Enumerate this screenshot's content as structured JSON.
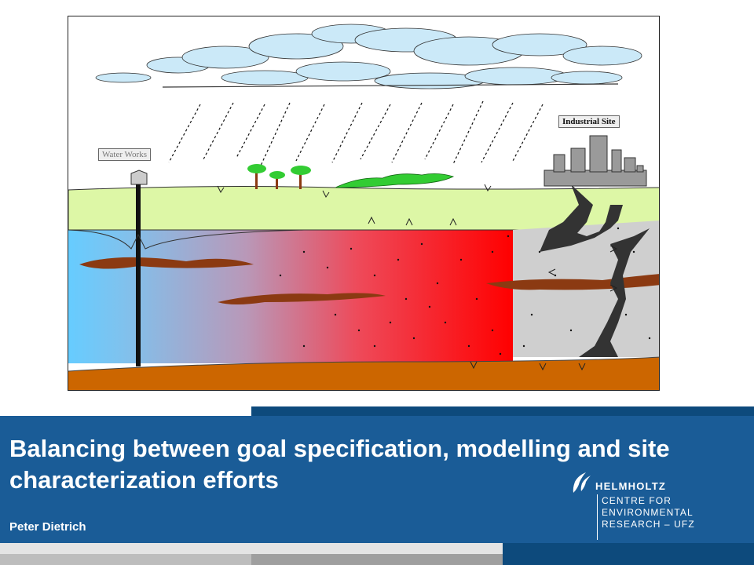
{
  "slide": {
    "title": "Balancing between goal specification, modelling and site characterization efforts",
    "author": "Peter Dietrich"
  },
  "figure": {
    "label_water_works": "Water Works",
    "label_industrial_site": "Industrial Site"
  },
  "logo": {
    "name": "HELMHOLTZ",
    "line1": "CENTRE FOR",
    "line2": "ENVIRONMENTAL",
    "line3": "RESEARCH – UFZ"
  },
  "colors": {
    "banner_blue": "#1a5c97",
    "banner_dark": "#0d4a7c",
    "groundwater_blue": "#66ccff",
    "plume_red": "#ff0000",
    "soil_green": "#ddf7a6",
    "clay_brown": "#8b3a12",
    "bedrock_gray": "#cfcfcf"
  },
  "icons": [
    "helmholtz-logo-icon"
  ]
}
